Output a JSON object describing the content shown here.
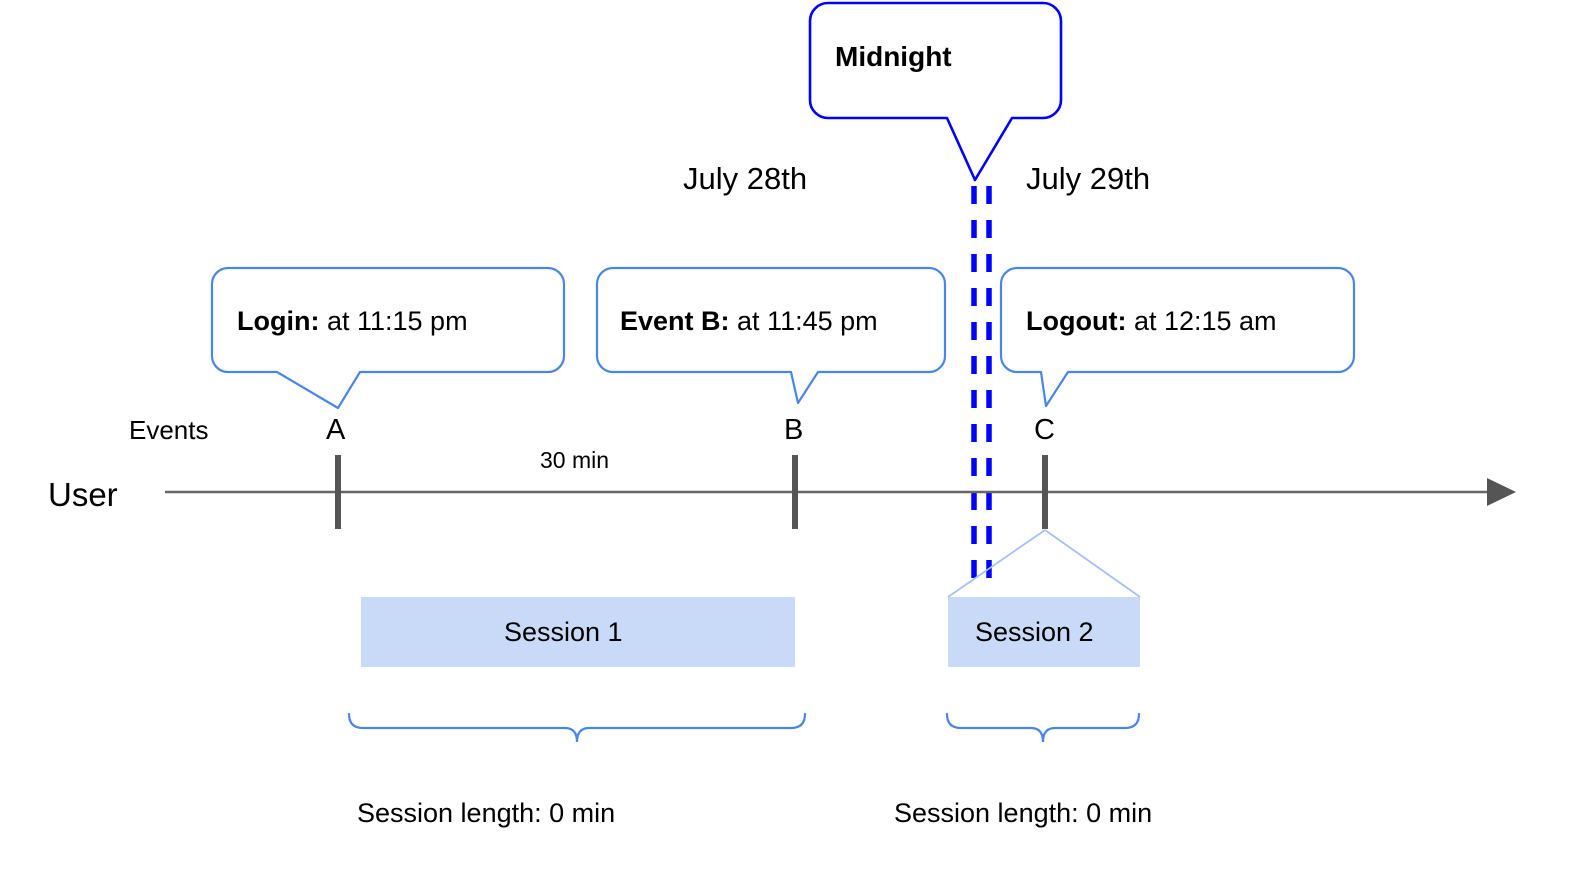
{
  "diagram": {
    "title_callout": {
      "label": "Midnight",
      "border_color": "#0000ff"
    },
    "dates": [
      {
        "label": "July 28th"
      },
      {
        "label": "July 29th"
      }
    ],
    "callouts": [
      {
        "bold": "Login:",
        "rest": " at 11:15 pm",
        "anchor": "A"
      },
      {
        "bold": "Event B:",
        "rest": " at 11:45 pm",
        "anchor": "B"
      },
      {
        "bold": "Logout:",
        "rest": " at 12:15 am",
        "anchor": "C"
      }
    ],
    "axis": {
      "row_label": "User",
      "events_label": "Events",
      "markers": [
        "A",
        "B",
        "C"
      ],
      "gap_label": "30 min",
      "line_color": "#666666",
      "tick_color": "#555555"
    },
    "sessions": [
      {
        "label": "Session 1",
        "length_label": "Session length: 0 min"
      },
      {
        "label": "Session 2",
        "length_label": "Session length: 0 min"
      }
    ],
    "colors": {
      "session_fill": "#c9daf8",
      "callout_border": "#4a86e8",
      "midnight_border": "#0000ff",
      "brace": "#4a86e8",
      "text": "#000000"
    }
  }
}
